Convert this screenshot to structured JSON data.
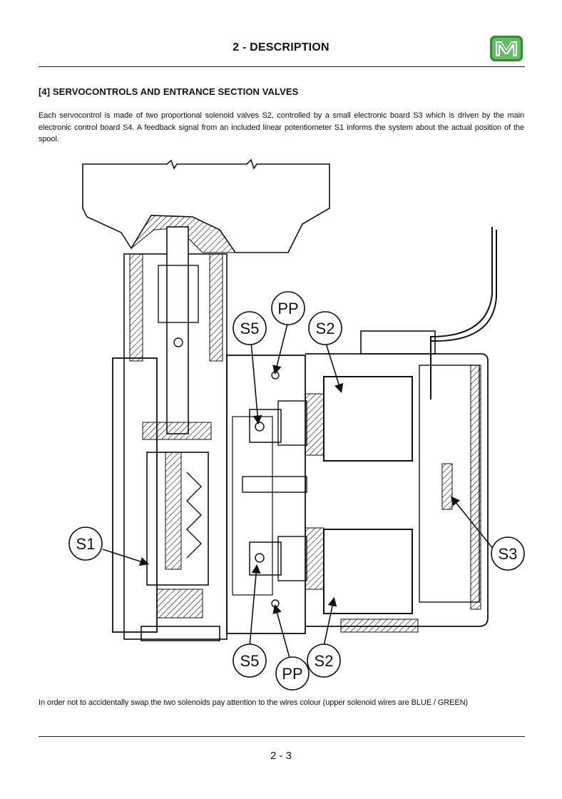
{
  "header": {
    "title": "2 - DESCRIPTION"
  },
  "section": {
    "heading": "[4] SERVOCONTROLS AND ENTRANCE SECTION VALVES",
    "intro": "Each servocontrol is made of two proportional solenoid valves S2, controlled by a small electronic board S3 which is driven by the main electronic control board S4. A feedback signal from an included linear potentiometer S1 informs the system about the actual position of the spool."
  },
  "diagram": {
    "labels": {
      "s1": "S1",
      "s2_top": "S2",
      "s2_bottom": "S2",
      "s3": "S3",
      "s5_top": "S5",
      "s5_bottom": "S5",
      "pp_top": "PP",
      "pp_bottom": "PP"
    }
  },
  "note": "In order not to accidentally swap the two solenoids pay attention to the wires colour (upper solenoid wires are BLUE / GREEN)",
  "footer": {
    "page_number": "2 - 3"
  },
  "colors": {
    "logo_green": "#3aa53a",
    "ink": "#111111"
  }
}
